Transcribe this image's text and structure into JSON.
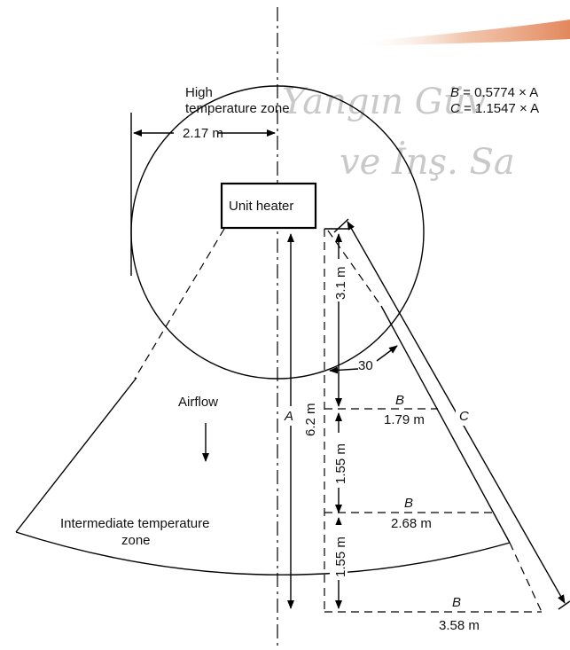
{
  "watermark": {
    "line1": "Yangın Güv",
    "line2": "ve İnş. Sa"
  },
  "formulas": {
    "b_var": "B",
    "b_rhs": " = 0.5774 × A",
    "c_var": "C",
    "c_rhs": " = 1.1547 × A"
  },
  "zones": {
    "high_line1": "High",
    "high_line2": "temperature zone",
    "intermediate_line1": "Intermediate temperature",
    "intermediate_line2": "zone"
  },
  "heater_label": "Unit heater",
  "airflow_label": "Airflow",
  "dimensions": {
    "radius": "2.17 m",
    "upper_drop": "3.1 m",
    "angle": "30",
    "total_height": "6.2 m",
    "mid_drop_1": "1.55 m",
    "mid_drop_2": "1.55 m",
    "b1": "1.79 m",
    "b2": "2.68 m",
    "b3": "3.58 m"
  },
  "variables": {
    "a": "A",
    "b": "B",
    "c": "C"
  },
  "colors": {
    "accent_stripe": "#e8a27a",
    "watermark": "#c9c9c9"
  }
}
